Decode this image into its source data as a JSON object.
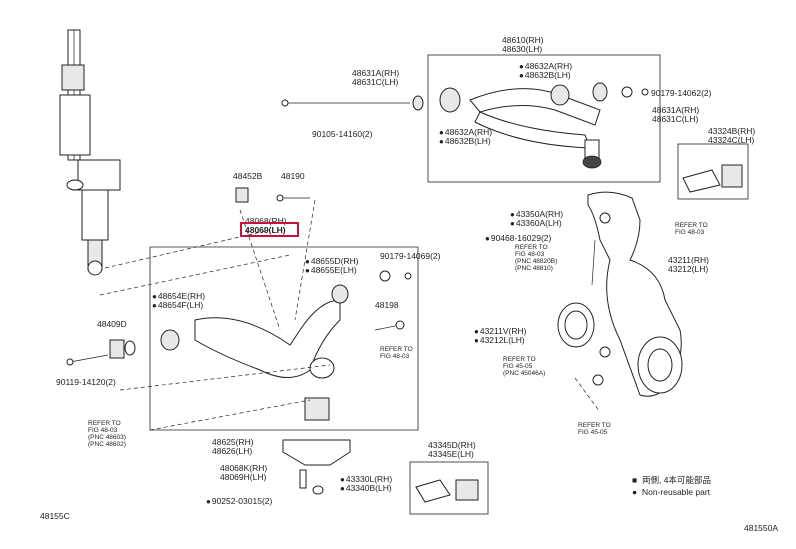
{
  "diagram_code": "481550A",
  "footer_code": "48155C",
  "highlight_part": "48069(LH)",
  "labels": {
    "p48610": "48610(RH)",
    "p48630": "48630(LH)",
    "p48631A": "48631A(RH)",
    "p48631C": "48631C(LH)",
    "p48632A_top": "48632A(RH)",
    "p48632B_top": "48632B(LH)",
    "p90179_14062": "90179-14062(2)",
    "p48631A_r": "48631A(RH)",
    "p48631C_r": "48631C(LH)",
    "p90105": "90105-14160(2)",
    "p48632A_low": "48632A(RH)",
    "p48632B_low": "48632B(LH)",
    "p43324B": "43324B(RH)",
    "p43324C": "43324C(LH)",
    "p48452B": "48452B",
    "p48190": "48190",
    "p48068": "48068(RH)",
    "p48069": "48069(LH)",
    "p43350A": "43350A(RH)",
    "p43360A": "43360A(LH)",
    "p90468": "90468-16029(2)",
    "refer_a1": "REFER TO",
    "refer_a2": "FIG 48-03",
    "refer_a3": "(PNC 48820B)",
    "refer_a4": "(PNC 48810)",
    "refer_b1": "REFER TO",
    "refer_b2": "FIG 48-03",
    "p43211": "43211(RH)",
    "p43212": "43212(LH)",
    "p48655D": "48655D(RH)",
    "p48655E": "48655E(LH)",
    "p90179_14069": "90179-14069(2)",
    "p48654E": "48654E(RH)",
    "p48654F": "48654F(LH)",
    "p48198": "48198",
    "p48409D": "48409D",
    "refer_c1": "REFER TO",
    "refer_c2": "FIG 48-03",
    "p43211V": "43211V(RH)",
    "p43212L": "43212L(LH)",
    "refer_d1": "REFER TO",
    "refer_d2": "FIG 45-05",
    "refer_d3": "(PNC 45046A)",
    "p90119": "90119-14120(2)",
    "refer_e1": "REFER TO",
    "refer_e2": "FIG 48-03",
    "refer_e3": "(PNC 48603)",
    "refer_e4": "(PNC 48602)",
    "refer_f1": "REFER TO",
    "refer_f2": "FIG 45-05",
    "p48625": "48625(RH)",
    "p48626": "48626(LH)",
    "p48068K": "48068K(RH)",
    "p48069H": "48069H(LH)",
    "p90252": "90252-03015(2)",
    "p43330L": "43330L(RH)",
    "p43340B": "43340B(LH)",
    "p43345D": "43345D(RH)",
    "p43345E": "43345E(LH)"
  },
  "legend": {
    "item1_symbol": "■",
    "item1_text": "両側, 4本可能部品",
    "item2_symbol": "●",
    "item2_text": "Non-reusable part"
  }
}
